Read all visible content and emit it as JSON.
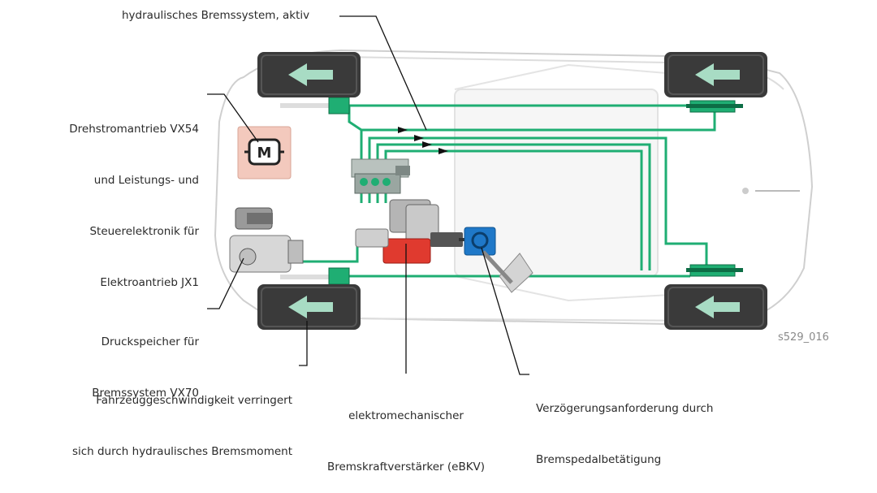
{
  "labels": {
    "hydraulic_active": "hydraulisches Bremssystem, aktiv",
    "drive_line1": "Drehstromantrieb VX54",
    "drive_line2": "und Leistungs- und",
    "drive_line3": "Steuerelektronik für",
    "drive_line4": "Elektroantrieb JX1",
    "accumulator_line1": "Druckspeicher für",
    "accumulator_line2": "Bremssystem VX70",
    "speed_line1": "Fahrzeuggeschwindigkeit verringert",
    "speed_line2": "sich durch hydraulisches Bremsmoment",
    "ebkv_line1": "elektromechanischer",
    "ebkv_line2": "Bremskraftverstärker (eBKV)",
    "decel_line1": "Verzögerungsanforderung durch",
    "decel_line2": "Bremspedalbetätigung",
    "figure_code": "s529_016",
    "motor_symbol": "M"
  },
  "colors": {
    "brake_line": "#1fae73",
    "wheel": "#3a3a3a",
    "arrow_fill": "#a8dcc4",
    "motor_box": "#f3c9bd",
    "sensor_blue": "#1f78c8",
    "booster_red": "#e03a2f",
    "car_outline": "#cfcfcf"
  },
  "icons": {
    "motor": "motor-icon",
    "wheel_arrow": "arrow-left-icon"
  }
}
